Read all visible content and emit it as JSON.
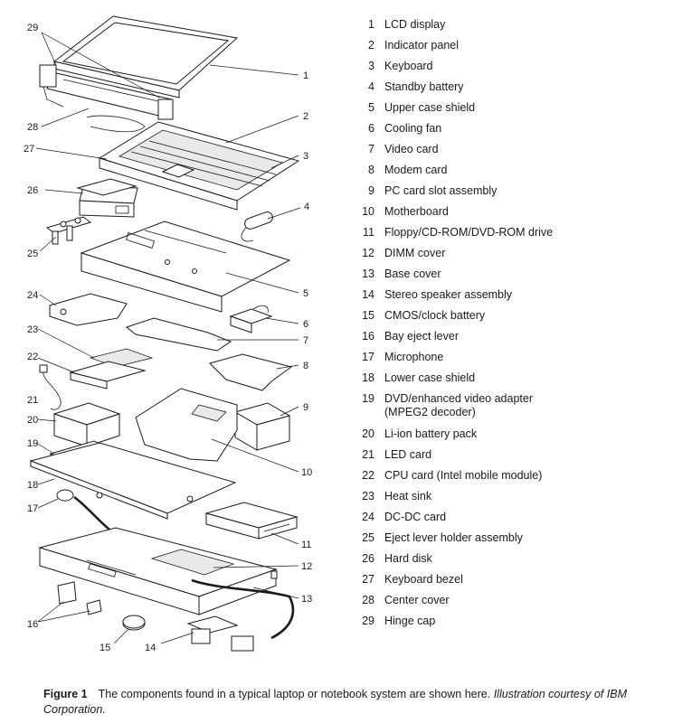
{
  "legend": {
    "items": [
      {
        "num": "1",
        "label": "LCD display"
      },
      {
        "num": "2",
        "label": "Indicator panel"
      },
      {
        "num": "3",
        "label": "Keyboard"
      },
      {
        "num": "4",
        "label": "Standby battery"
      },
      {
        "num": "5",
        "label": "Upper case shield"
      },
      {
        "num": "6",
        "label": "Cooling fan"
      },
      {
        "num": "7",
        "label": "Video card"
      },
      {
        "num": "8",
        "label": "Modem card"
      },
      {
        "num": "9",
        "label": "PC card slot assembly"
      },
      {
        "num": "10",
        "label": "Motherboard"
      },
      {
        "num": "11",
        "label": "Floppy/CD-ROM/DVD-ROM drive"
      },
      {
        "num": "12",
        "label": "DIMM cover"
      },
      {
        "num": "13",
        "label": "Base cover"
      },
      {
        "num": "14",
        "label": "Stereo speaker assembly"
      },
      {
        "num": "15",
        "label": "CMOS/clock battery"
      },
      {
        "num": "16",
        "label": "Bay eject lever"
      },
      {
        "num": "17",
        "label": "Microphone"
      },
      {
        "num": "18",
        "label": "Lower case shield"
      },
      {
        "num": "19",
        "label": "DVD/enhanced video adapter\n(MPEG2 decoder)"
      },
      {
        "num": "20",
        "label": "Li-ion battery pack"
      },
      {
        "num": "21",
        "label": "LED card"
      },
      {
        "num": "22",
        "label": "CPU card (Intel mobile module)"
      },
      {
        "num": "23",
        "label": "Heat sink"
      },
      {
        "num": "24",
        "label": "DC-DC card"
      },
      {
        "num": "25",
        "label": "Eject lever holder assembly"
      },
      {
        "num": "26",
        "label": "Hard disk"
      },
      {
        "num": "27",
        "label": "Keyboard bezel"
      },
      {
        "num": "28",
        "label": "Center cover"
      },
      {
        "num": "29",
        "label": "Hinge cap"
      }
    ]
  },
  "callouts": [
    "1",
    "2",
    "3",
    "4",
    "5",
    "6",
    "7",
    "8",
    "9",
    "10",
    "11",
    "12",
    "13",
    "14",
    "15",
    "16",
    "17",
    "18",
    "19",
    "20",
    "21",
    "22",
    "23",
    "24",
    "25",
    "26",
    "27",
    "28",
    "29"
  ],
  "caption": {
    "figure_label": "Figure 1",
    "text": "The components found in a typical laptop or notebook system are shown here.",
    "credit": "Illustration courtesy of IBM Corporation."
  }
}
